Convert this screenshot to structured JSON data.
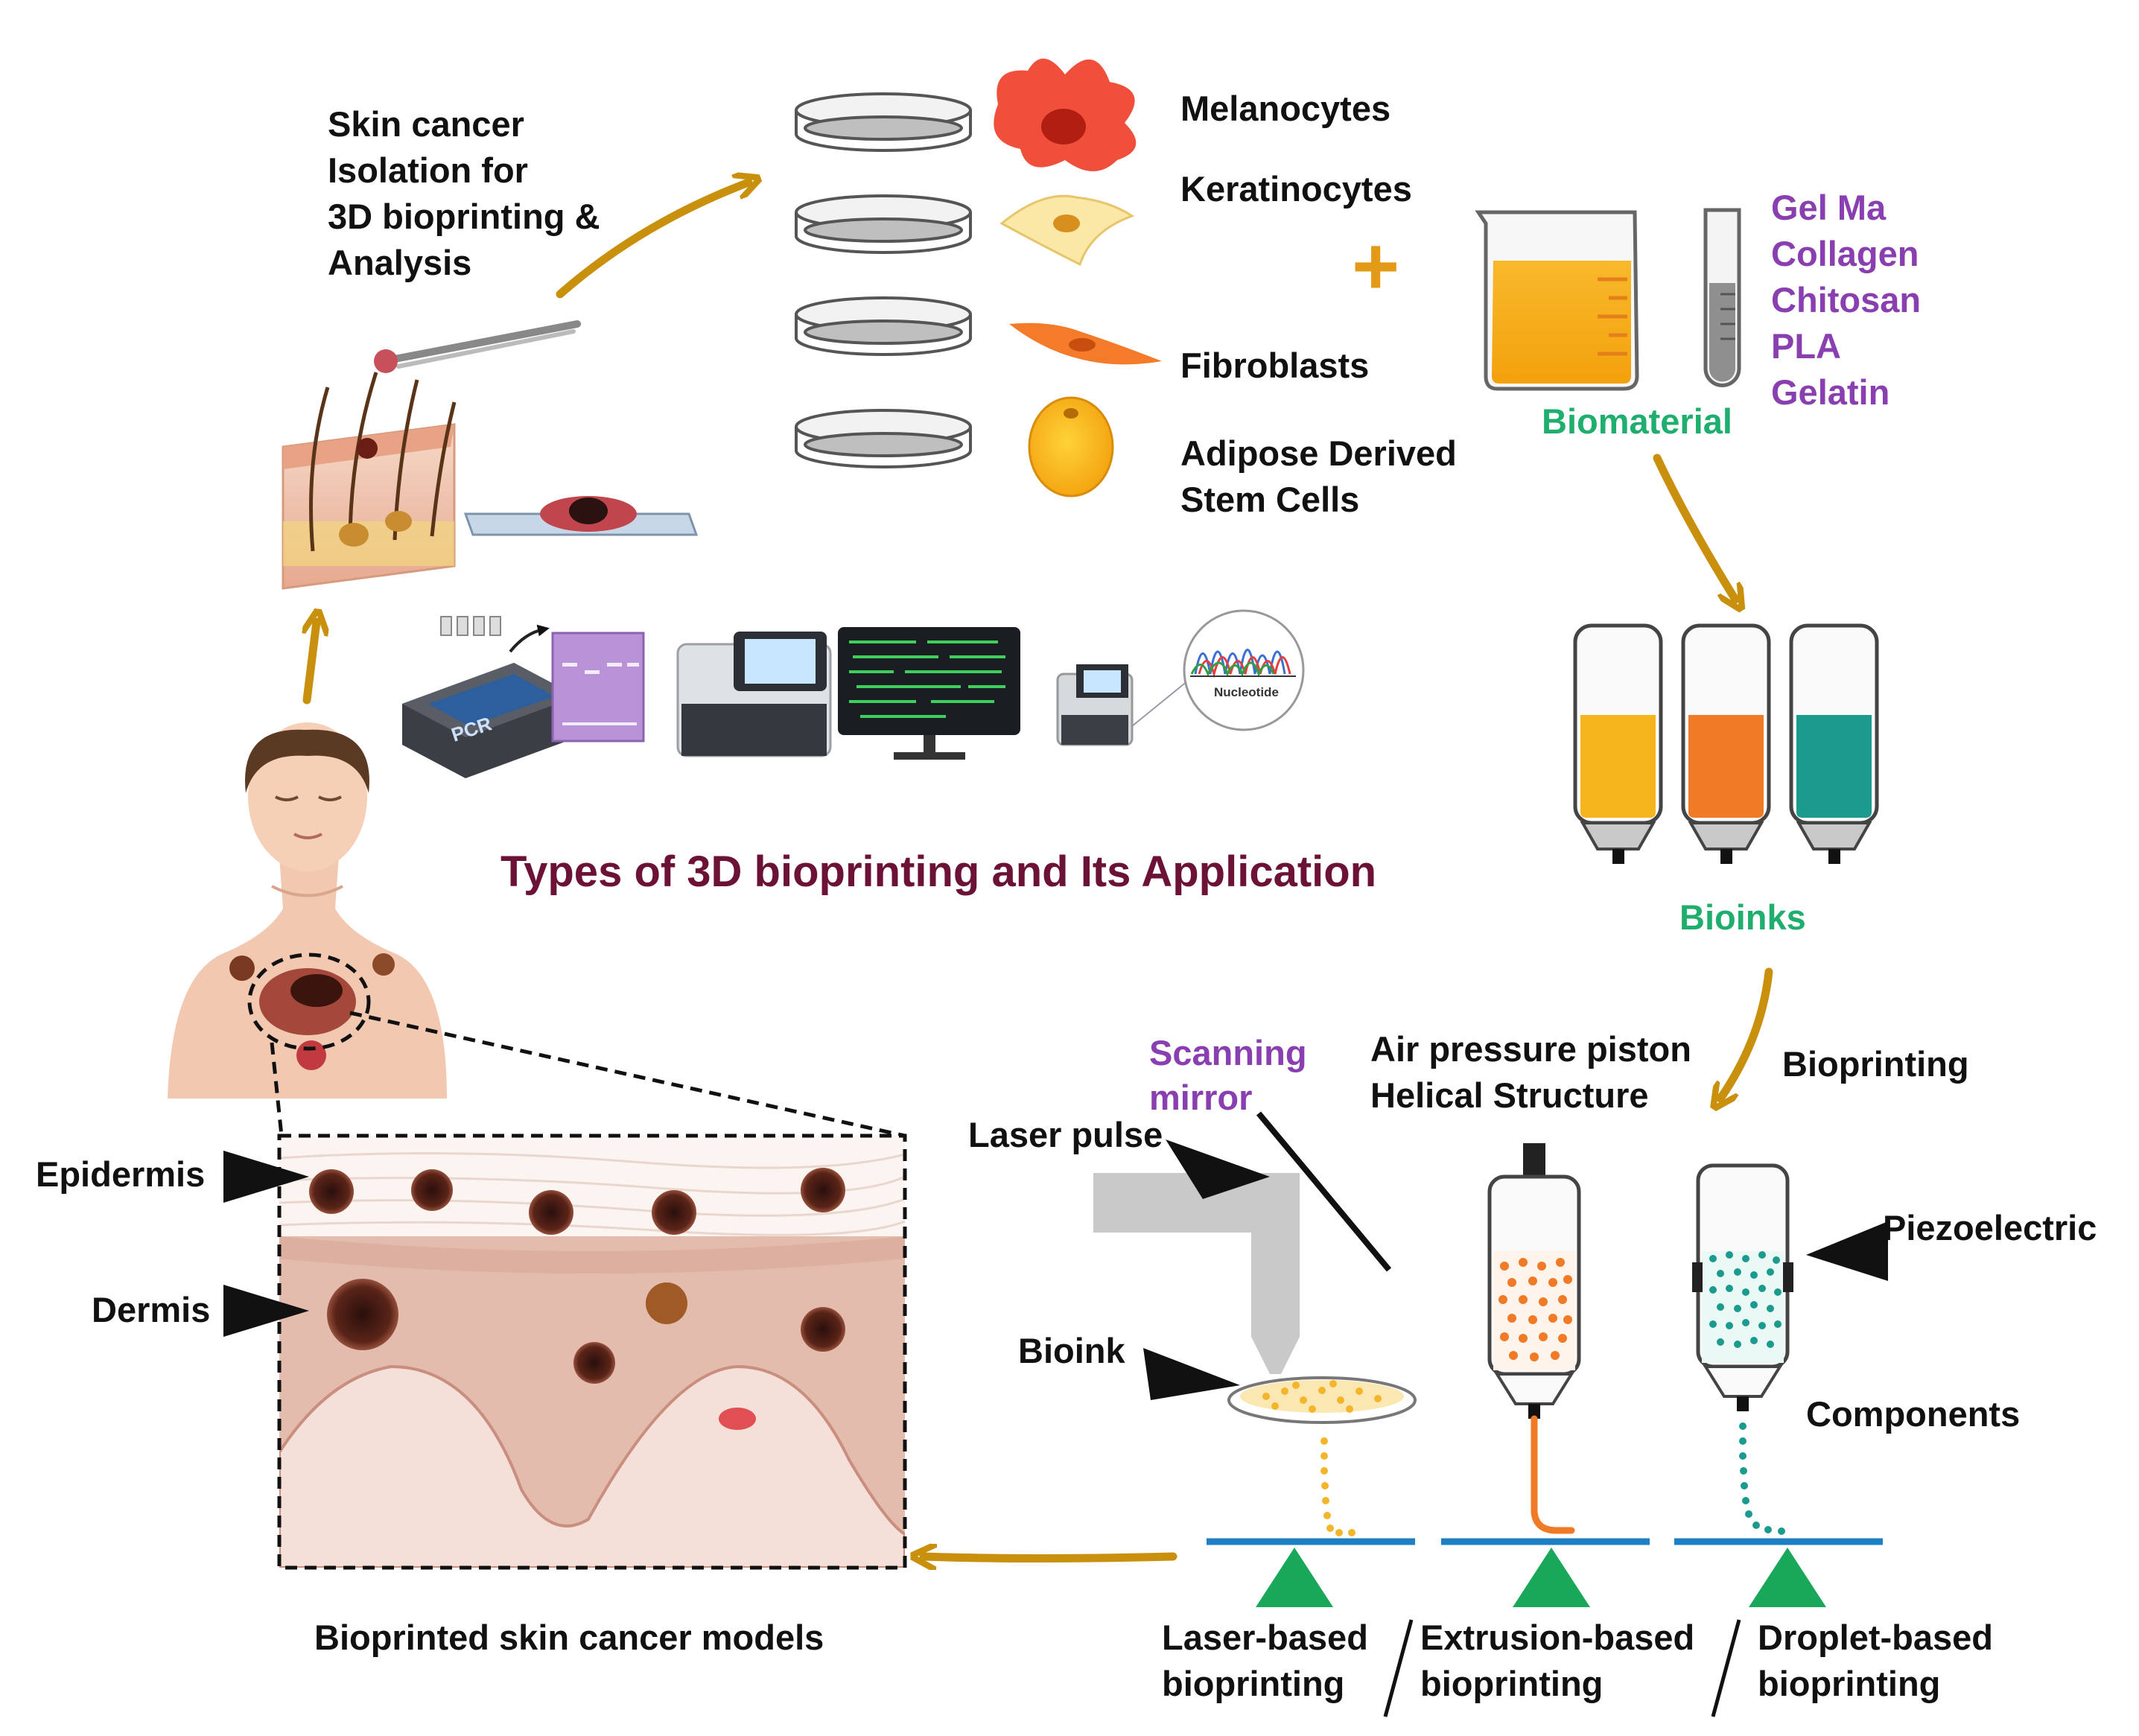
{
  "title": "Types of 3D bioprinting and Its Application",
  "isolation_label": [
    "Skin cancer",
    "Isolation for",
    "3D bioprinting &",
    "Analysis"
  ],
  "cells": [
    "Melanocytes",
    "Keratinocytes",
    "Fibroblasts",
    "Adipose Derived",
    "Stem Cells"
  ],
  "plus_sign": "+",
  "biomaterial": {
    "label": "Biomaterial",
    "items": [
      "Gel Ma",
      "Collagen",
      "Chitosan",
      "PLA",
      "Gelatin"
    ]
  },
  "bioinks_label": "Bioinks",
  "analysis": {
    "pcr_label": "PCR",
    "nucleotide_label": "Nucleotide"
  },
  "skin_layers": [
    "Epidermis",
    "Dermis"
  ],
  "output_label": "Bioprinted skin cancer models",
  "printing": {
    "scanning_mirror": [
      "Scanning",
      "mirror"
    ],
    "laser_pulse": "Laser pulse",
    "bioink": "Bioink",
    "air_pressure": [
      "Air pressure piston",
      "Helical Structure"
    ],
    "bioprinting": "Bioprinting",
    "piezoelectric": "Piezoelectric",
    "components": "Components",
    "methods": [
      [
        "Laser-based",
        "bioprinting"
      ],
      [
        "Extrusion-based",
        "bioprinting"
      ],
      [
        "Droplet-based",
        "bioprinting"
      ]
    ]
  },
  "colors": {
    "arrow": "#c8900d",
    "title": "#6b1236",
    "green_label": "#1fae6e",
    "purple_label": "#8a3fb1",
    "platform": "#1f7fc4",
    "stand": "#19a85a",
    "bioink_yellow": "#f6b51d",
    "bioink_orange": "#f07a25",
    "bioink_teal": "#1a9b8e"
  }
}
